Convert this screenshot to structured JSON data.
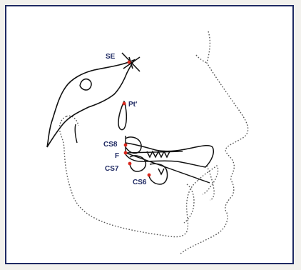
{
  "figure": {
    "labels": {
      "se": "SE",
      "pt": "Pt'",
      "cs8": "CS8",
      "f": "F",
      "cs7": "CS7",
      "cs6": "CS6"
    },
    "colors": {
      "frame": "#1f2a63",
      "outline": "#111111",
      "soft_tissue": "#555555",
      "landmark": "#d9261c",
      "label": "#1f2a63"
    }
  }
}
